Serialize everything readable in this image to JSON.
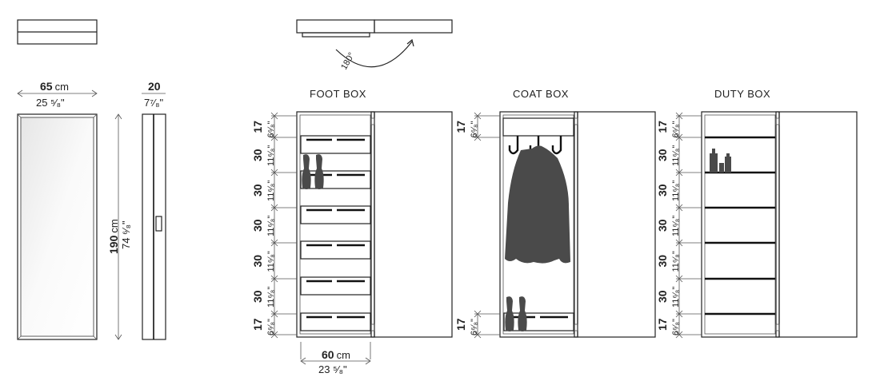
{
  "rotation_label": "180°",
  "front": {
    "width_cm": "65",
    "unit": "cm",
    "width_in": "25 ⁵⁄₈\"",
    "height_cm": "190",
    "height_in": "74 ⁶⁄₈\""
  },
  "side": {
    "depth_cm": "20",
    "depth_in": "7⁷⁄₈\""
  },
  "boxes": [
    {
      "title": "FOOT BOX",
      "dims": [
        {
          "cm": "17",
          "in": "6⁶⁄₈\""
        },
        {
          "cm": "30",
          "in": "11⁶⁄₈\""
        },
        {
          "cm": "30",
          "in": "11⁶⁄₈\""
        },
        {
          "cm": "30",
          "in": "11⁶⁄₈\""
        },
        {
          "cm": "30",
          "in": "11⁶⁄₈\""
        },
        {
          "cm": "30",
          "in": "11⁶⁄₈\""
        },
        {
          "cm": "17",
          "in": "6⁶⁄₈\""
        }
      ]
    },
    {
      "title": "COAT BOX",
      "dims": [
        {
          "cm": "17",
          "in": "6⁶⁄₈\""
        },
        {
          "cm": "17",
          "in": "6⁶⁄₈\""
        }
      ]
    },
    {
      "title": "DUTY BOX",
      "dims": [
        {
          "cm": "17",
          "in": "6⁶⁄₈\""
        },
        {
          "cm": "30",
          "in": "11⁶⁄₈\""
        },
        {
          "cm": "30",
          "in": "11⁶⁄₈\""
        },
        {
          "cm": "30",
          "in": "11⁶⁄₈\""
        },
        {
          "cm": "30",
          "in": "11⁶⁄₈\""
        },
        {
          "cm": "30",
          "in": "11⁶⁄₈\""
        },
        {
          "cm": "17",
          "in": "6⁶⁄₈\""
        }
      ]
    }
  ],
  "inner_width": {
    "cm": "60",
    "unit": "cm",
    "in": "23 ⁵⁄₈\""
  },
  "colors": {
    "line": "#222222",
    "fill_dark": "#4a4a4a"
  }
}
